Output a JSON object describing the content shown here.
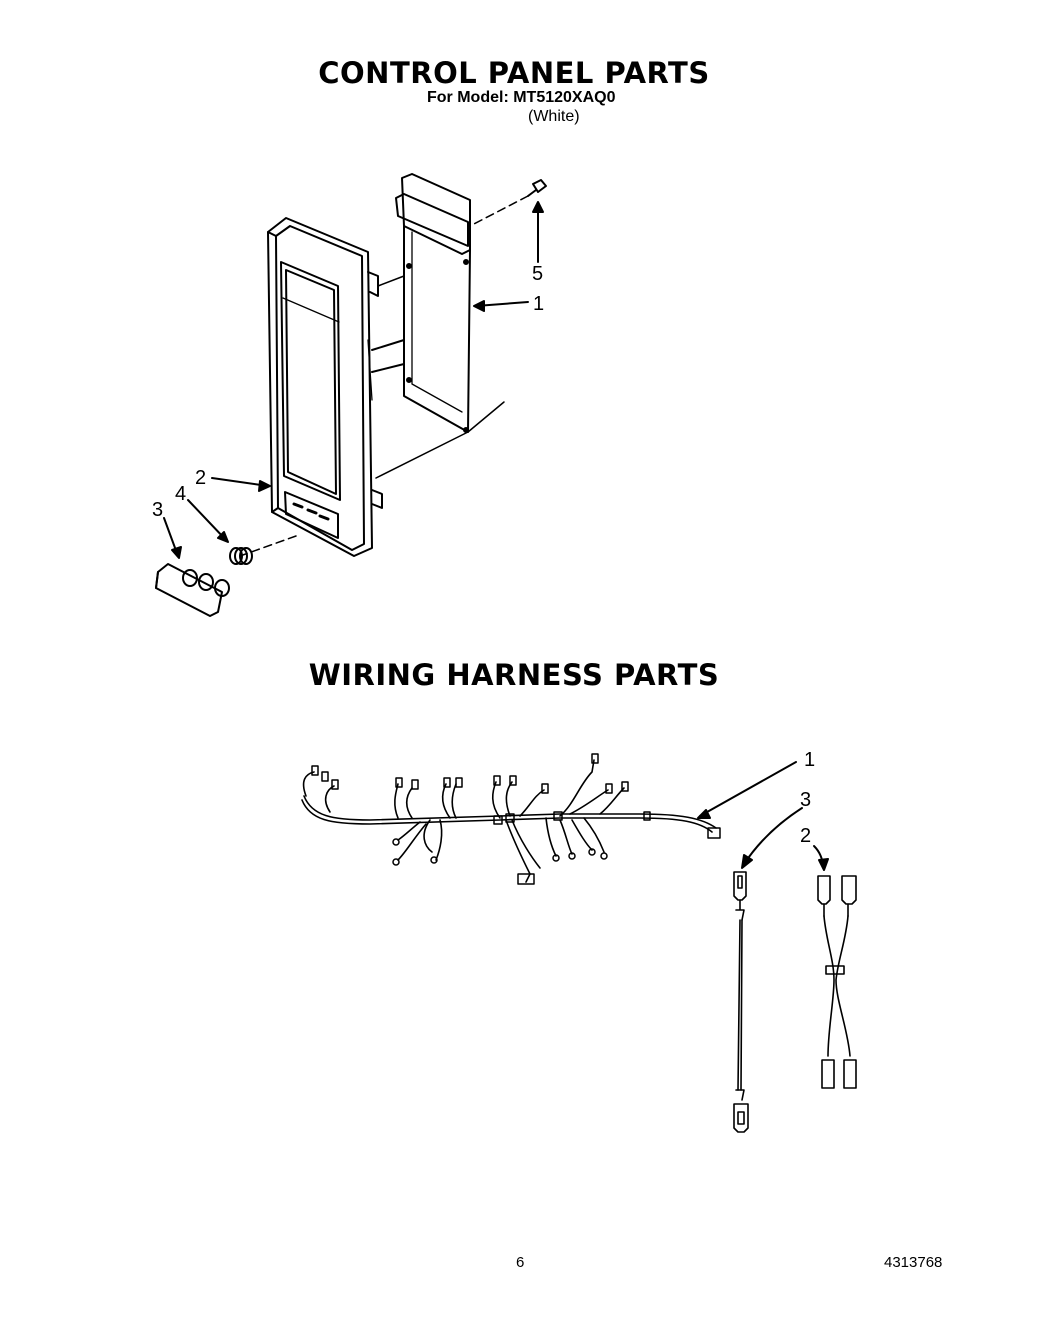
{
  "control_panel": {
    "title": "CONTROL PANEL PARTS",
    "model_line": "For Model: MT5120XAQ0",
    "color_line": "(White)",
    "callouts": [
      "1",
      "2",
      "3",
      "4",
      "5"
    ]
  },
  "wiring_harness": {
    "title": "WIRING HARNESS PARTS",
    "callouts": [
      "1",
      "2",
      "3"
    ]
  },
  "footer": {
    "page_number": "6",
    "doc_number": "4313768"
  }
}
